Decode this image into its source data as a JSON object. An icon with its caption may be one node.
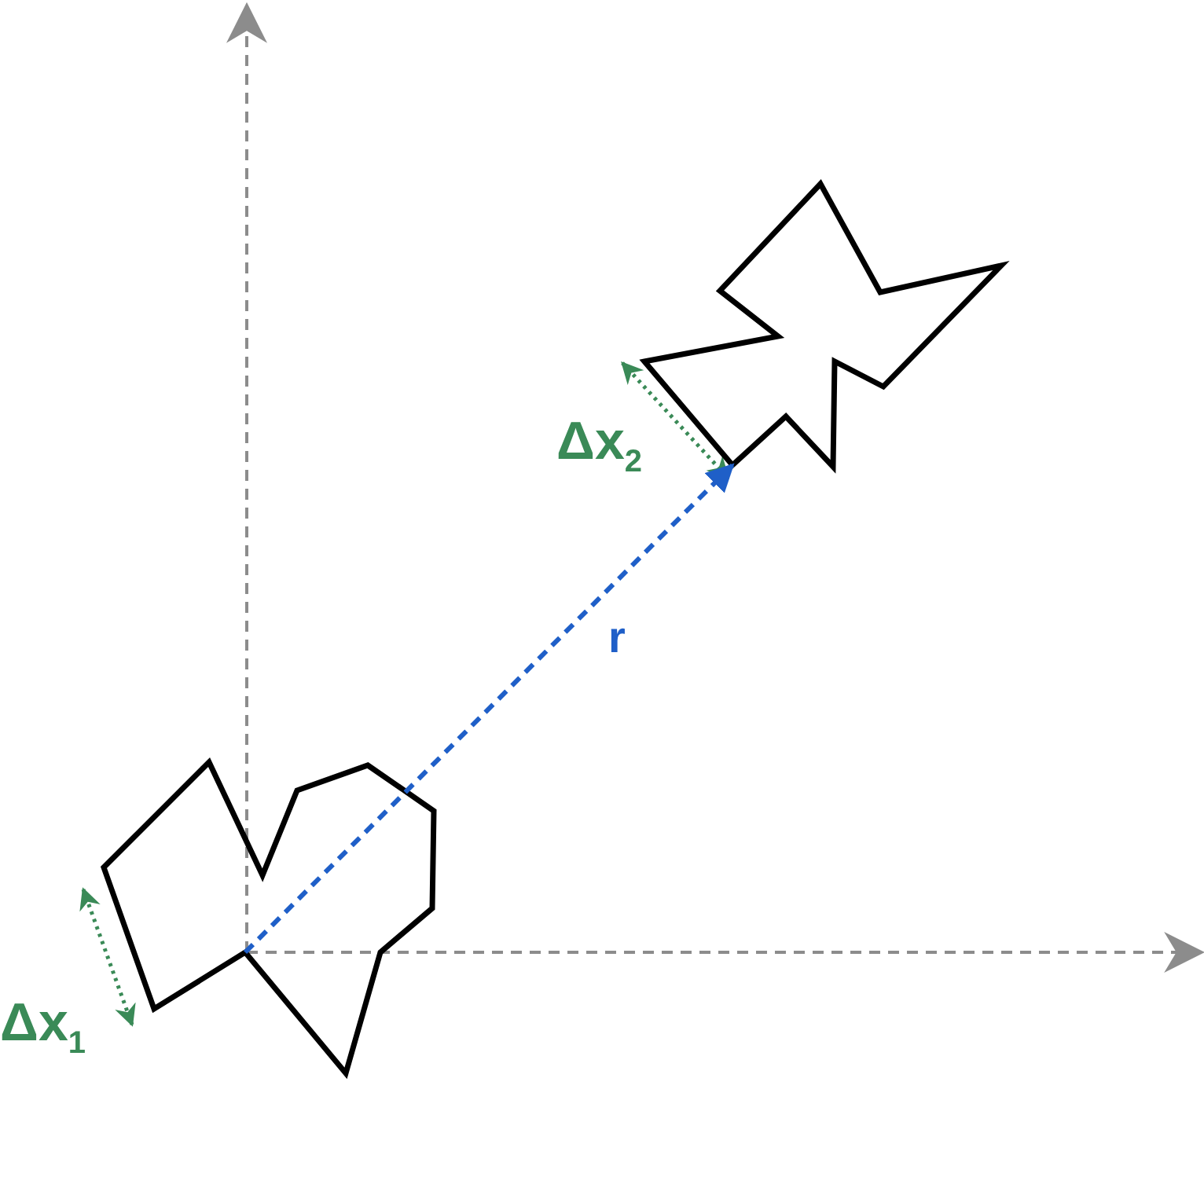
{
  "diagram": {
    "nodes": [
      {
        "text": [],
        "shape": "polygon",
        "beside": [
          "Δx$_{1}$"
        ]
      },
      {
        "text": [],
        "shape": "polygon",
        "beside": [
          "Δx$_{2}$"
        ]
      }
    ],
    "edges": [
      {
        "from": 0,
        "to": 1,
        "arrow": "to",
        "label": "r",
        "style": "dashed",
        "color": "#1f5fc8"
      }
    ]
  }
}
